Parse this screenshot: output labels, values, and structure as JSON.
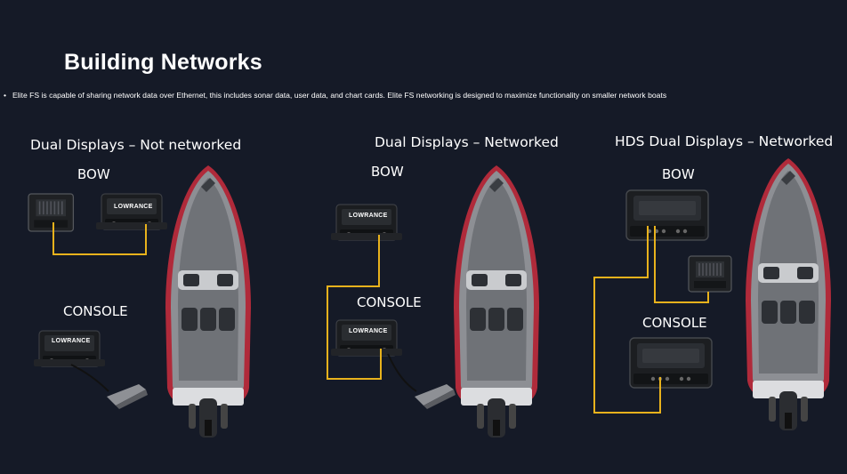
{
  "slide": {
    "title": "Building Networks",
    "bullet": "Elite FS is capable of sharing network data over Ethernet, this includes sonar data, user data, and chart cards. Elite FS networking is designed to maximize functionality on smaller network boats"
  },
  "panels": [
    {
      "heading": "Dual Displays – Not networked",
      "bow": "BOW",
      "console": "CONSOLE"
    },
    {
      "heading": "Dual Displays – Networked",
      "bow": "BOW",
      "console": "CONSOLE"
    },
    {
      "heading": "HDS Dual Displays – Networked",
      "bow": "BOW",
      "console": "CONSOLE"
    }
  ],
  "brand": "LOWRANCE",
  "colors": {
    "cable": "#e8b21c",
    "background": "#151a27",
    "hull_trim": "#b02a3a"
  }
}
